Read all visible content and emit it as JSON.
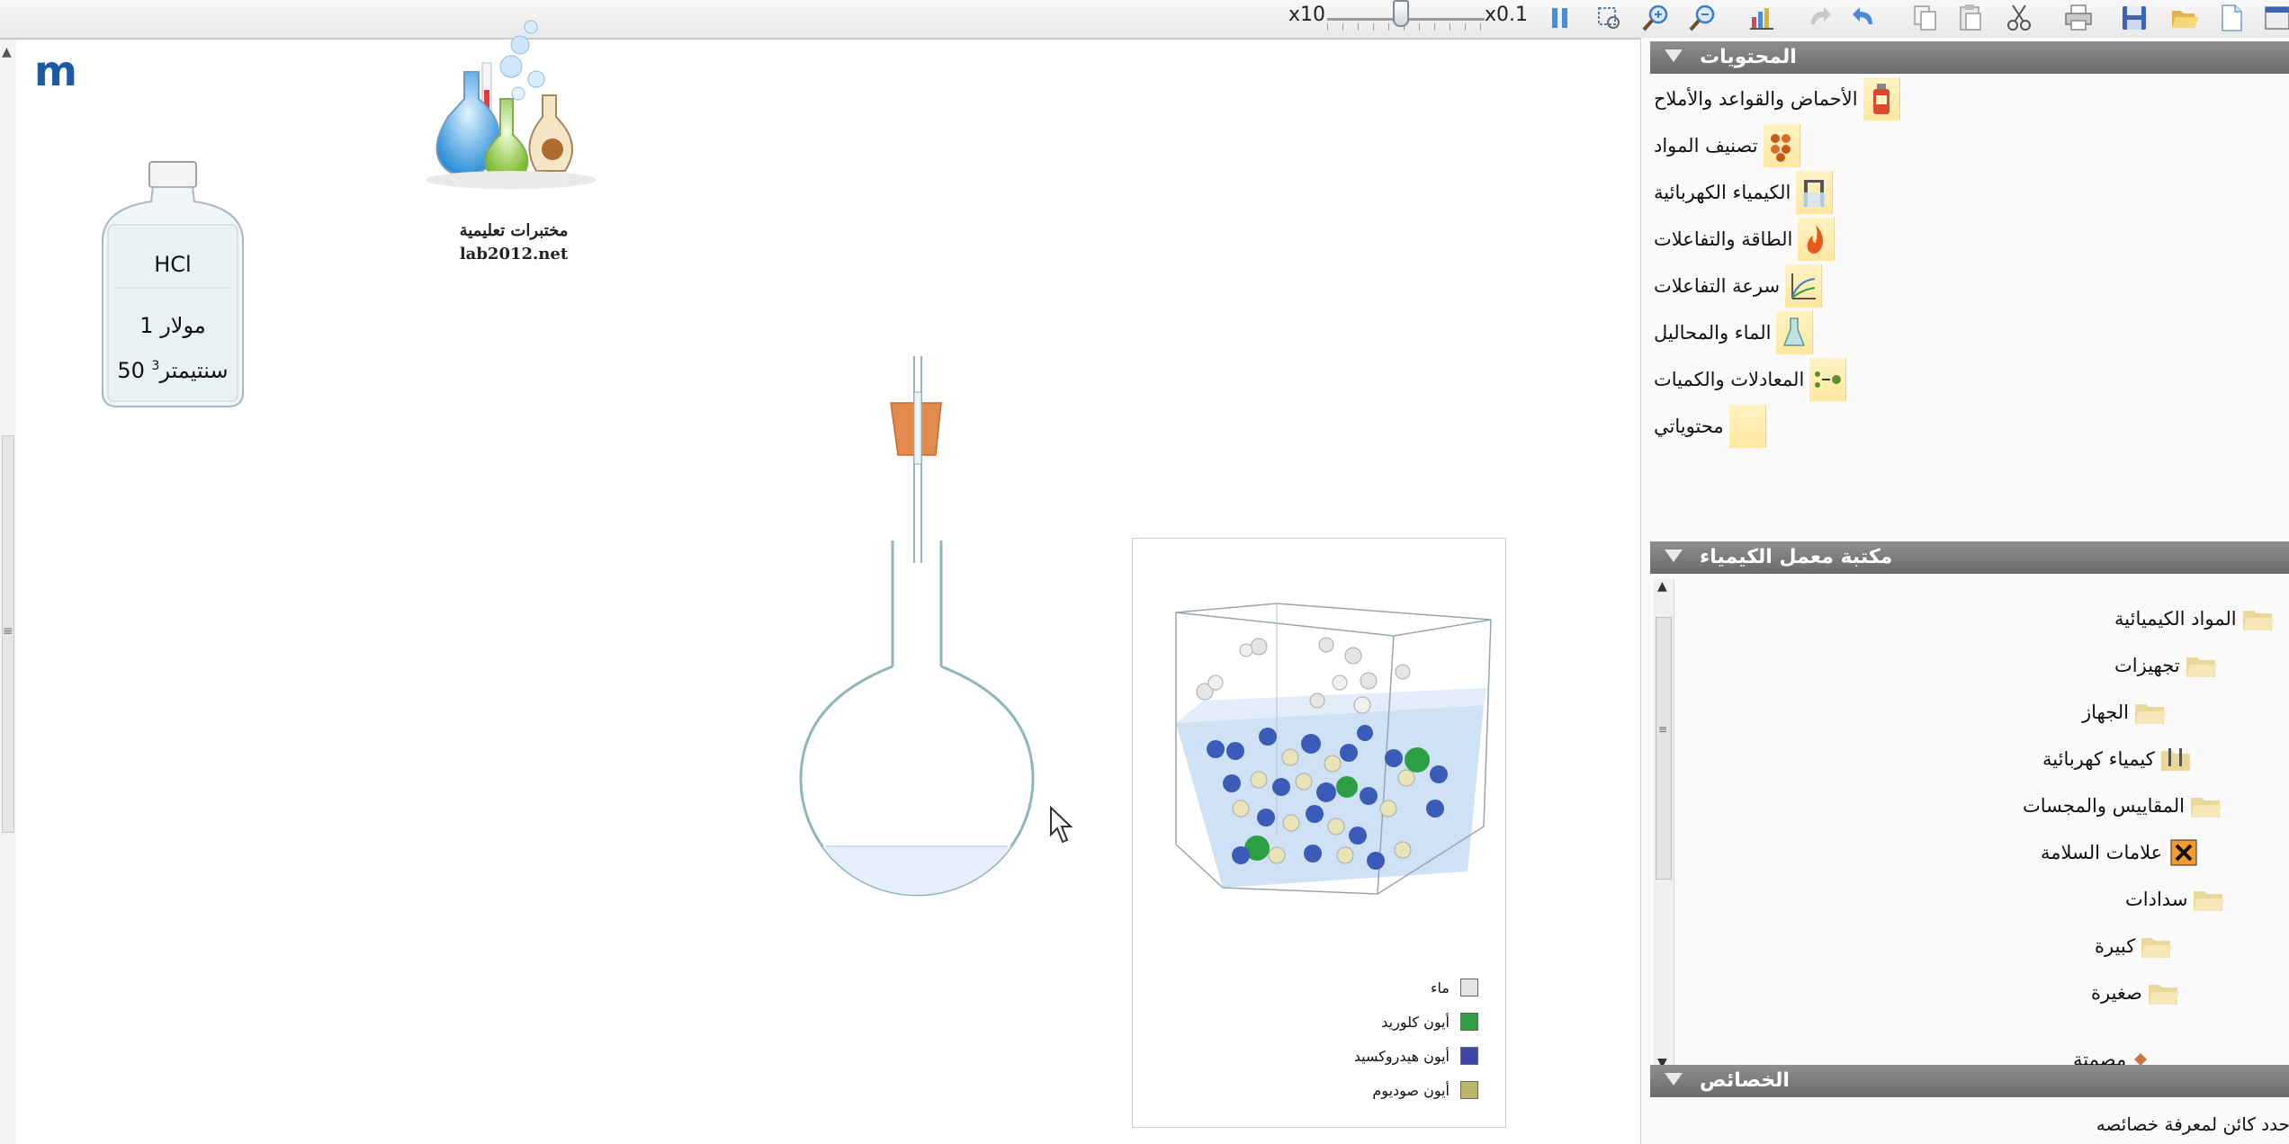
{
  "toolbar": {
    "speed_max": "x10",
    "speed_min": "x0.1",
    "buttons": [
      "pause-icon",
      "zoom-fit-icon",
      "zoom-in-icon",
      "zoom-out-icon",
      "chart-icon",
      "redo-icon",
      "undo-icon",
      "copy-icon",
      "paste-icon",
      "cut-icon",
      "print-icon",
      "save-icon",
      "open-folder-icon",
      "new-document-icon"
    ]
  },
  "canvas": {
    "brand_letter": "m",
    "bottle": {
      "formula": "HCl",
      "concentration": "1 مولار",
      "volume": "50 سنتيمتر",
      "volume_sup": "3"
    },
    "lab_logo": {
      "line1": "مختبرات تعليمية",
      "line2": "lab2012.net"
    },
    "legend": [
      {
        "label": "ماء",
        "color": "#e3e3e3"
      },
      {
        "label": "أيون كلوريد",
        "color": "#2ea043"
      },
      {
        "label": "أيون هيدروكسيد",
        "color": "#3b46a8"
      },
      {
        "label": "أيون صوديوم",
        "color": "#b8b46a"
      }
    ]
  },
  "contents_panel": {
    "title": "المحتويات",
    "items": [
      {
        "label": "الأحماض والقواعد والأملاح",
        "icon": "acid-bottle-icon"
      },
      {
        "label": "تصنيف المواد",
        "icon": "molecules-icon"
      },
      {
        "label": "الكيمياء الكهربائية",
        "icon": "electrochemistry-icon"
      },
      {
        "label": "الطاقة والتفاعلات",
        "icon": "flame-icon"
      },
      {
        "label": "سرعة التفاعلات",
        "icon": "graph-icon"
      },
      {
        "label": "الماء والمحاليل",
        "icon": "flask-icon"
      },
      {
        "label": "المعادلات والكميات",
        "icon": "equation-icon"
      },
      {
        "label": "محتوياتي",
        "icon": "folder-icon"
      }
    ]
  },
  "library_panel": {
    "title": "مكتبة معمل الكيمياء",
    "items": [
      {
        "label": "المواد الكيميائية",
        "level": 0
      },
      {
        "label": "تجهيزات",
        "level": 0
      },
      {
        "label": "الجهاز",
        "level": 1
      },
      {
        "label": "كيمياء كهربائية",
        "level": 1
      },
      {
        "label": "المقاييس والمجسات",
        "level": 1
      },
      {
        "label": "علامات السلامة",
        "level": 1
      },
      {
        "label": "سدادات",
        "level": 1
      },
      {
        "label": "كبيرة",
        "level": 2
      },
      {
        "label": "صغيرة",
        "level": 2
      },
      {
        "label": "مصمتة",
        "level": 3
      }
    ]
  },
  "properties_panel": {
    "title": "الخصائص",
    "hint": "حدد كائن لمعرفة خصائصه"
  }
}
